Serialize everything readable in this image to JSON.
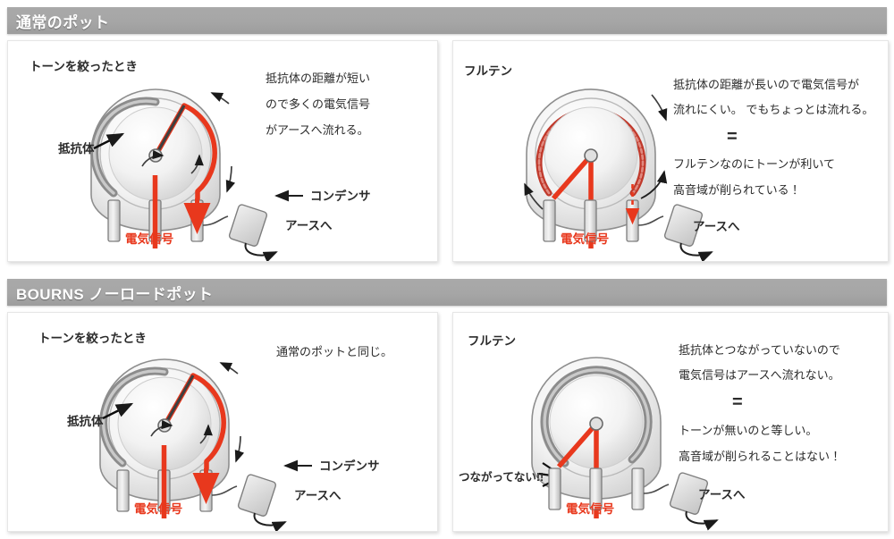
{
  "colors": {
    "header_bar": "#a6a6a6",
    "signal_red": "#e8381d",
    "resistive_track": "#8c8c8c",
    "panel_bg": "#ffffff",
    "text": "#2b2b2b"
  },
  "sections": [
    {
      "id": "normal",
      "title": "通常のポット",
      "panels": [
        {
          "id": "normal-rolled",
          "state_label": "トーンを絞ったとき",
          "part_label": "抵抗体",
          "capacitor_label": "コンデンサ",
          "ground_label": "アースへ",
          "signal_label": "電気信号",
          "description_lines": [
            "抵抗体の距離が短い",
            "ので多くの電気信号",
            "がアースへ流れる。"
          ],
          "conclusion_lines": [],
          "equals_mark": "",
          "disconnect_note": ""
        },
        {
          "id": "normal-full",
          "state_label": "フルテン",
          "part_label": "",
          "capacitor_label": "",
          "ground_label": "アースへ",
          "signal_label": "電気信号",
          "description_lines": [
            "抵抗体の距離が長いので電気信号が",
            "流れにくい。 でもちょっとは流れる。"
          ],
          "equals_mark": "=",
          "conclusion_lines": [
            "フルテンなのにトーンが利いて",
            "高音域が削られている！"
          ],
          "disconnect_note": ""
        }
      ]
    },
    {
      "id": "bourns",
      "title": "BOURNS ノーロードポット",
      "panels": [
        {
          "id": "noload-rolled",
          "state_label": "トーンを絞ったとき",
          "part_label": "抵抗体",
          "capacitor_label": "コンデンサ",
          "ground_label": "アースへ",
          "signal_label": "電気信号",
          "description_lines": [
            "通常のポットと同じ。"
          ],
          "equals_mark": "",
          "conclusion_lines": [],
          "disconnect_note": ""
        },
        {
          "id": "noload-full",
          "state_label": "フルテン",
          "part_label": "",
          "capacitor_label": "",
          "ground_label": "アースへ",
          "signal_label": "電気信号",
          "description_lines": [
            "抵抗体とつながっていないので",
            "電気信号はアースへ流れない。"
          ],
          "equals_mark": "=",
          "conclusion_lines": [
            "トーンが無いのと等しい。",
            "高音域が削られることはない！"
          ],
          "disconnect_note": "つながってない!!"
        }
      ]
    }
  ]
}
